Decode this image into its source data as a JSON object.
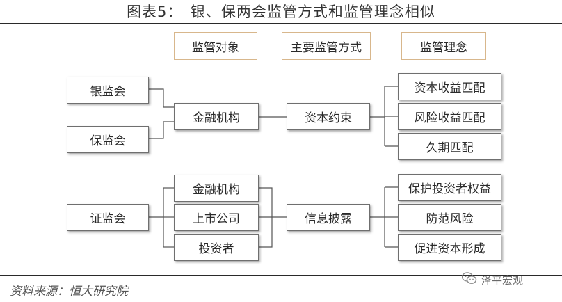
{
  "title": "图表5：　银、保两会监管方式和监管理念相似",
  "headers": [
    "监管对象",
    "主要监管方式",
    "监管理念"
  ],
  "top_group": {
    "regulators": [
      "银监会",
      "保监会"
    ],
    "object": "金融机构",
    "method": "资本约束",
    "concepts": [
      "资本收益匹配",
      "风险收益匹配",
      "久期匹配"
    ]
  },
  "bottom_group": {
    "regulator": "证监会",
    "objects": [
      "金融机构",
      "上市公司",
      "投资者"
    ],
    "method": "信息披露",
    "concepts": [
      "保护投资者权益",
      "防范风险",
      "促进资本形成"
    ]
  },
  "source": "资料来源：恒大研究院",
  "watermark": "泽平宏观"
}
